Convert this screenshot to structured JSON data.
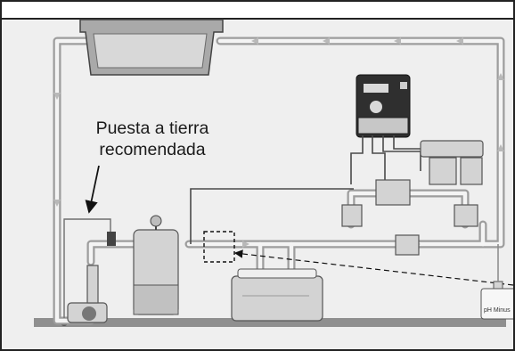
{
  "annotation": {
    "line1": "Puesta a tierra",
    "line2": "recomendada"
  },
  "ph_container": {
    "label": "pH Minus"
  },
  "colors": {
    "background": "#efefef",
    "pipe": "#9d9d9d",
    "equipment": "#d3d3d3",
    "controller": "#2f2f2f"
  },
  "icons": [
    "up-arrow-icon",
    "down-arrow-icon",
    "left-arrow-icon",
    "right-arrow-icon"
  ]
}
